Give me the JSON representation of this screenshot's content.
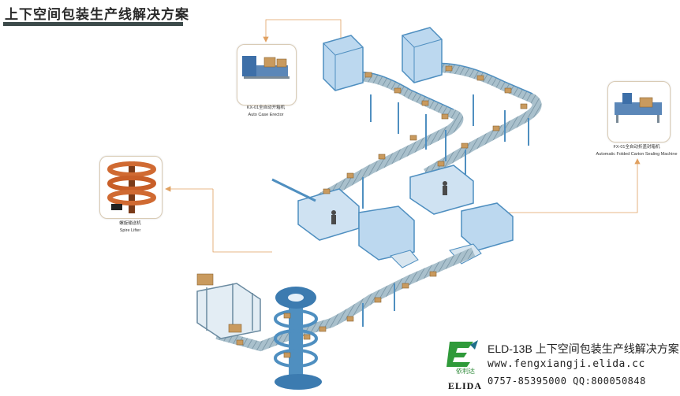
{
  "header": {
    "title": "上下空间包装生产线解决方案"
  },
  "callouts": {
    "case_erector": {
      "name_cn": "KX-01全自动开箱机",
      "name_en": "Auto Case Erector"
    },
    "carton_sealer": {
      "name_cn": "FX-01全自动折盖封箱机",
      "name_en": "Automatic Folded Carton Sealing Machine"
    },
    "spiral_lifter": {
      "name_cn": "螺旋输送机",
      "name_en": "Spire Lifter"
    }
  },
  "footer": {
    "product_line": "ELD-13B 上下空间包装生产线解决方案",
    "website": "www.fengxiangji.elida.cc",
    "contact": "0757-85395000 QQ:800050848",
    "logo_cn": "依利达",
    "logo_en": "ELIDA"
  },
  "colors": {
    "frame": "#4f8fc0",
    "glass": "#bcd8ef",
    "belt": "#9ab4c4",
    "box": "#c99a5e",
    "arrow": "#e0a060"
  }
}
